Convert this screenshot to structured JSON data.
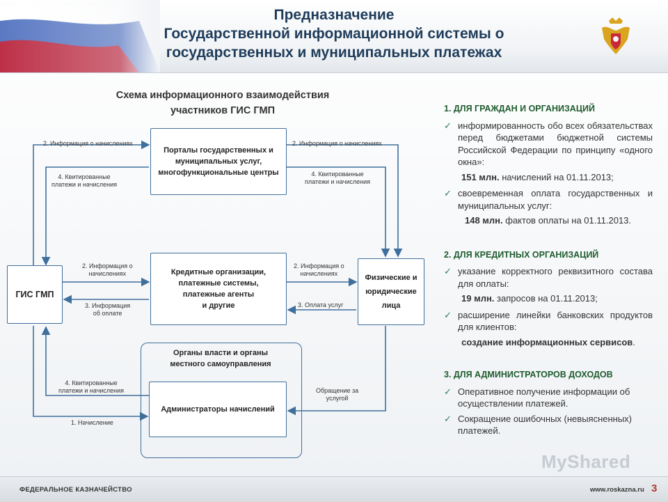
{
  "header": {
    "title_line1": "Предназначение",
    "title_line2": "Государственной информационной системы о",
    "title_line3": "государственных и муниципальных платежах"
  },
  "diagram": {
    "title_line1": "Схема информационного взаимодействия",
    "title_line2": "участников ГИС ГМП",
    "gis": "ГИС ГМП",
    "portals": [
      "Порталы государственных и",
      "муниципальных услуг,",
      "многофункциональные центры"
    ],
    "credit": [
      "Кредитные организации,",
      "платежные системы,",
      "платежные агенты",
      "и другие"
    ],
    "persons": [
      "Физические и",
      "юридические",
      "лица"
    ],
    "authorities": [
      "Органы власти и органы",
      "местного самоуправления"
    ],
    "admins": "Администраторы начислений",
    "labels": {
      "info_left_top": "2. Информация о начислениях",
      "info_right_top": "2. Информация о начислениях",
      "receipts_left_top": [
        "4. Квитированные",
        "платежи и начисления"
      ],
      "receipts_right_top": [
        "4. Квитированные",
        "платежи и начисления"
      ],
      "info_left_mid": [
        "2. Информация о",
        "начислениях"
      ],
      "info_right_mid": [
        "2. Информация о",
        "начислениях"
      ],
      "pay_info": [
        "3. Информация",
        "об оплате"
      ],
      "pay_service": "3. Оплата услуг",
      "receipts_bottom": [
        "4. Квитированные",
        "платежи и начисления"
      ],
      "accrual": "1. Начисление",
      "request": [
        "Обращение за",
        "услугой"
      ]
    }
  },
  "right": {
    "s1_heading": "1. ДЛЯ ГРАЖДАН И ОРГАНИЗАЦИЙ",
    "s1_item1": "информированность обо всех обязательствах перед бюджетами бюджетной системы Российской Федерации по принципу «одного окна»:",
    "s1_stat1_bold": "151 млн.",
    "s1_stat1_text": " начислений на 01.11.2013;",
    "s1_item2": "своевременная оплата государственных и муниципальных услуг:",
    "s1_stat2_bold": "148 млн.",
    "s1_stat2_text": " фактов оплаты на 01.11.2013.",
    "s2_heading": "2. ДЛЯ КРЕДИТНЫХ ОРГАНИЗАЦИЙ",
    "s2_item1": "указание корректного реквизитного состава для оплаты:",
    "s2_stat1_bold": "19 млн.",
    "s2_stat1_text": " запросов на 01.11.2013;",
    "s2_item2": "расширение линейки банковских продуктов для клиентов:",
    "s2_center": "создание информационных сервисов",
    "s2_center_end": ".",
    "s3_heading": "3. ДЛЯ АДМИНИСТРАТОРОВ ДОХОДОВ",
    "s3_item1": "Оперативное получение информации об осуществлении платежей.",
    "s3_item2": "Сокращение ошибочных (невыясненных) платежей."
  },
  "footer": {
    "left": "ФЕДЕРАЛЬНОЕ КАЗНАЧЕЙСТВО",
    "right": "www.roskazna.ru",
    "page": "3"
  },
  "watermark": "MyShared",
  "colors": {
    "title": "#1e3c5a",
    "box_border": "#3f6f9c",
    "green": "#1f5c2e",
    "arrow": "#3f6f9c"
  }
}
